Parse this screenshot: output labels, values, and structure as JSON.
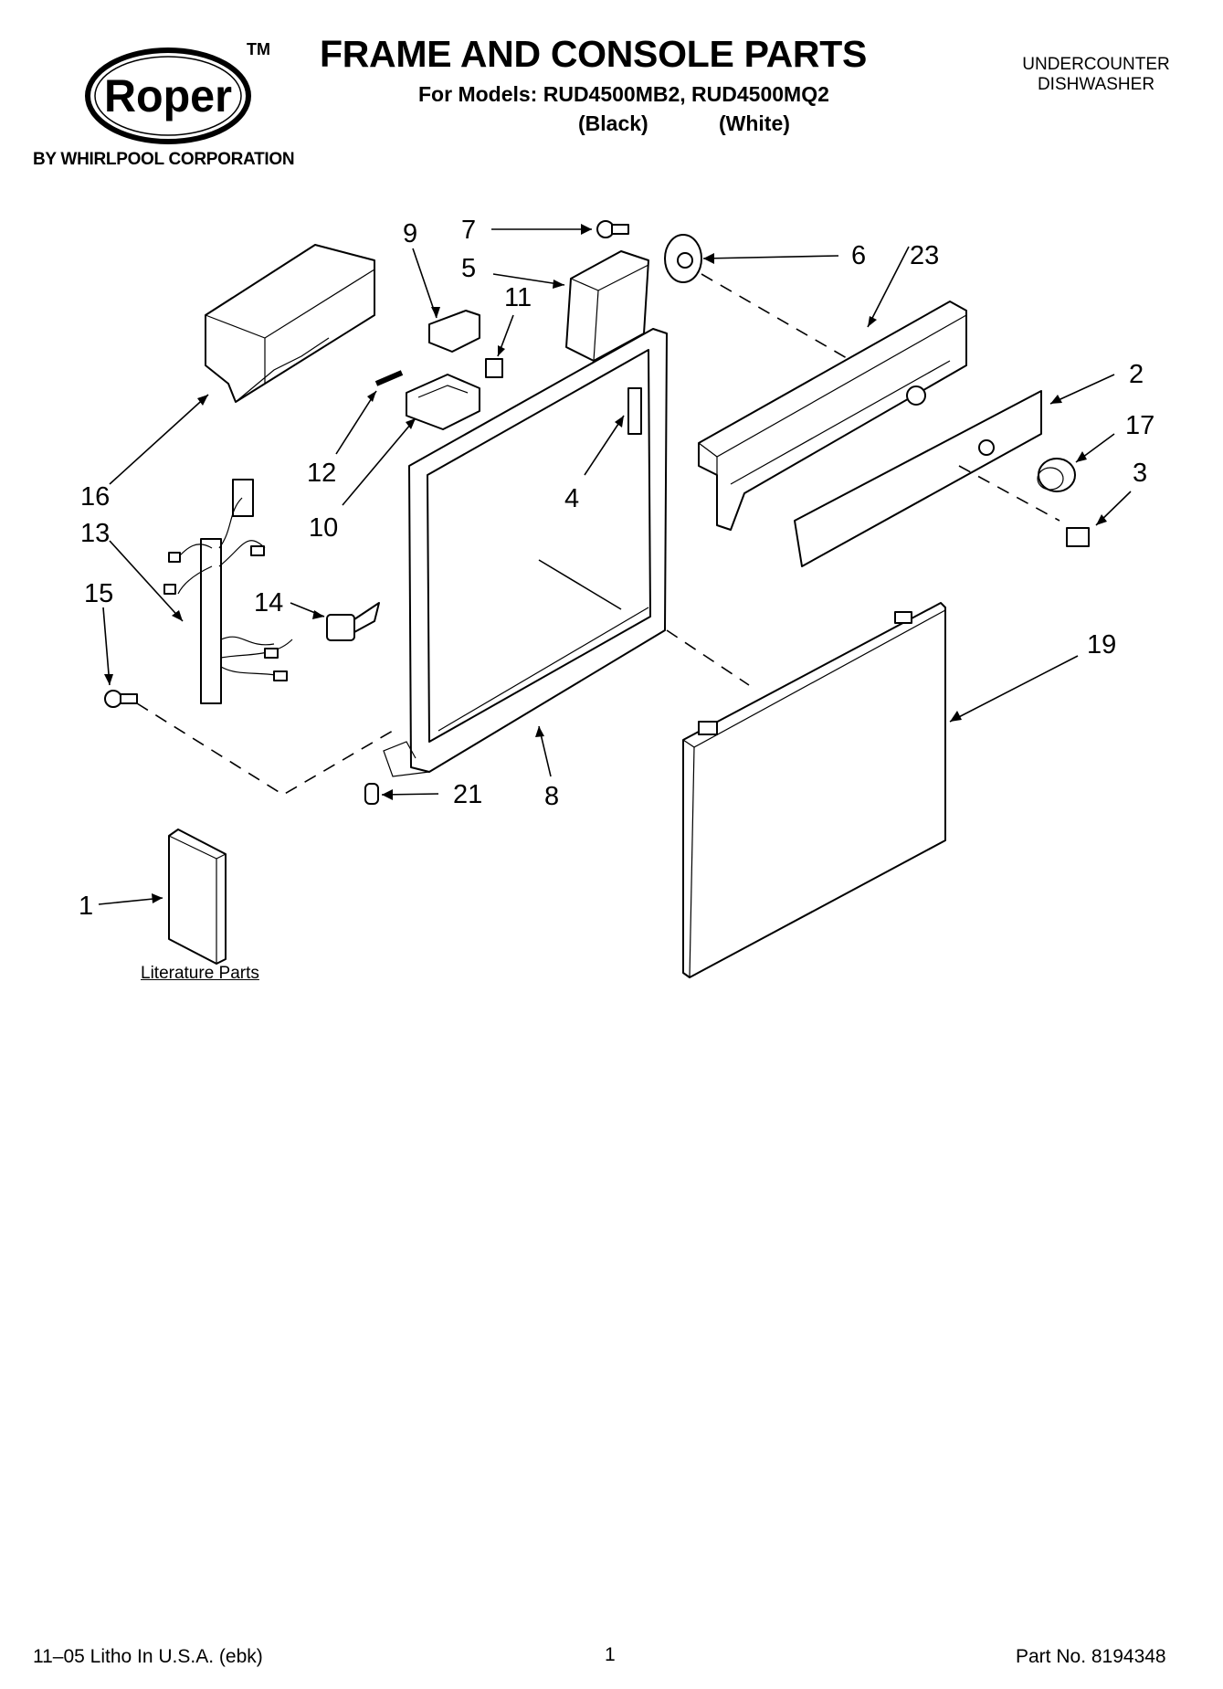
{
  "brand": {
    "name": "Roper",
    "trademark": "TM",
    "byline": "BY WHIRLPOOL CORPORATION"
  },
  "header": {
    "title": "FRAME AND CONSOLE PARTS",
    "models": "For Models: RUD4500MB2, RUD4500MQ2",
    "variant_black": "(Black)",
    "variant_white": "(White)",
    "product_line1": "UNDERCOUNTER",
    "product_line2": "DISHWASHER"
  },
  "callouts": {
    "c1": "1",
    "c2": "2",
    "c3": "3",
    "c4": "4",
    "c5": "5",
    "c6": "6",
    "c7": "7",
    "c8": "8",
    "c9": "9",
    "c10": "10",
    "c11": "11",
    "c12": "12",
    "c13": "13",
    "c14": "14",
    "c15": "15",
    "c16": "16",
    "c17": "17",
    "c19": "19",
    "c21": "21",
    "c23": "23"
  },
  "literature_label": "Literature Parts",
  "footer": {
    "litho": "11–05 Litho In U.S.A. (ebk)",
    "page": "1",
    "part_no": "Part No. 8194348"
  }
}
